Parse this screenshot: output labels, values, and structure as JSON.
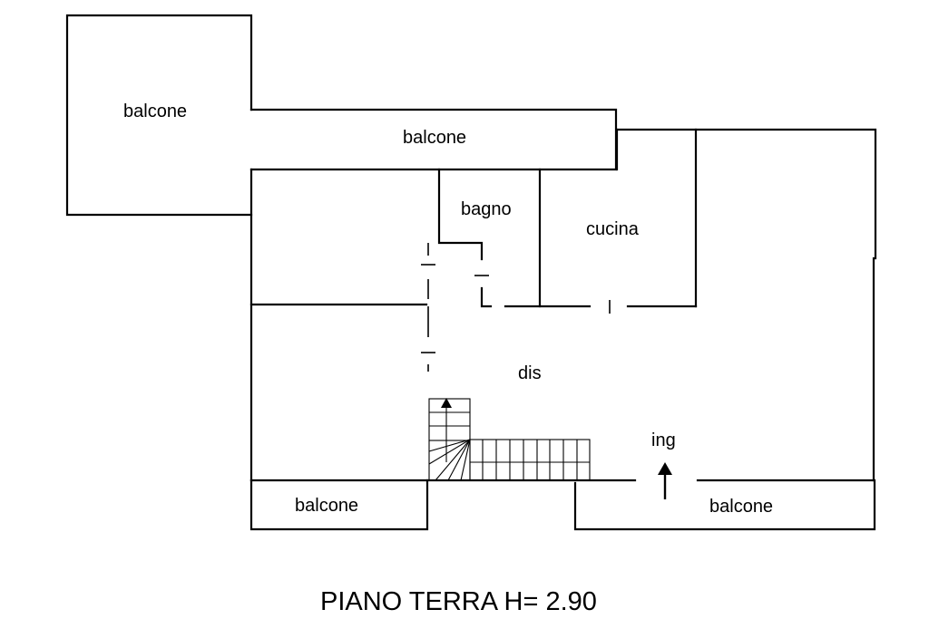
{
  "rooms": {
    "balcone_top_left": "balcone",
    "balcone_top_strip": "balcone",
    "bagno": "bagno",
    "cucina": "cucina",
    "dis": "dis",
    "ing": "ing",
    "balcone_bottom_left": "balcone",
    "balcone_bottom_right": "balcone"
  },
  "title": "PIANO TERRA H= 2.90",
  "colors": {
    "line": "#000000",
    "background": "#ffffff"
  },
  "icons": {
    "entrance": "arrow-up-icon",
    "stair": "arrow-up-icon"
  }
}
